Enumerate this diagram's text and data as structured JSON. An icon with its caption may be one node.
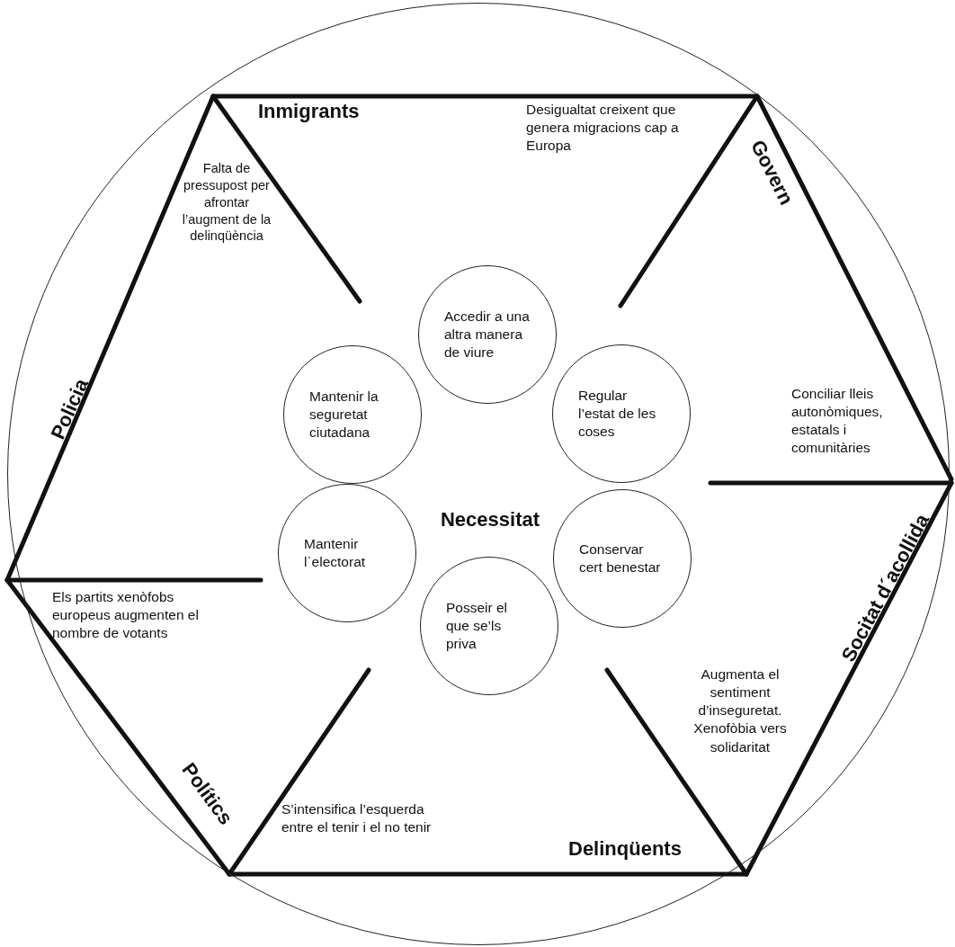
{
  "diagram": {
    "nodes": [
      {
        "text": [],
        "shape": "circle"
      },
      {
        "text": [
          "Accedir a una altra manera de viure"
        ],
        "in": 0
      },
      {
        "text": [
          "Mantenir la seguretat ciutadana"
        ],
        "in": 0
      },
      {
        "text": [
          "Regular l’estat de les coses"
        ],
        "in": 0
      },
      {
        "text": [
          "Mantenir l`electorat"
        ],
        "in": 0
      },
      {
        "text": [
          "Conservar cert benestar"
        ],
        "in": 0
      },
      {
        "text": [
          "Posseir el que se’ls priva"
        ],
        "in": 0
      }
    ],
    "labels": [
      "Inmigrants",
      "Desigualtat creixent que genera migracions cap a Europa",
      "Govern",
      "Falta de pressupost per afrontar l’augment de la delinqüència",
      "Policia",
      "Conciliar lleis autonòmiques, estatals i comunitàries",
      "Necessitat",
      "Els partits xenòfobs europeus augmenten el nombre de votants",
      "Socitat d´acollida",
      "Augmenta el sentiment d’inseguretat. Xenofòbia vers solidaritat",
      "Polítics",
      "S’intensifica l’esquerda entre el tenir i el no tenir",
      "Delinqüents"
    ]
  }
}
